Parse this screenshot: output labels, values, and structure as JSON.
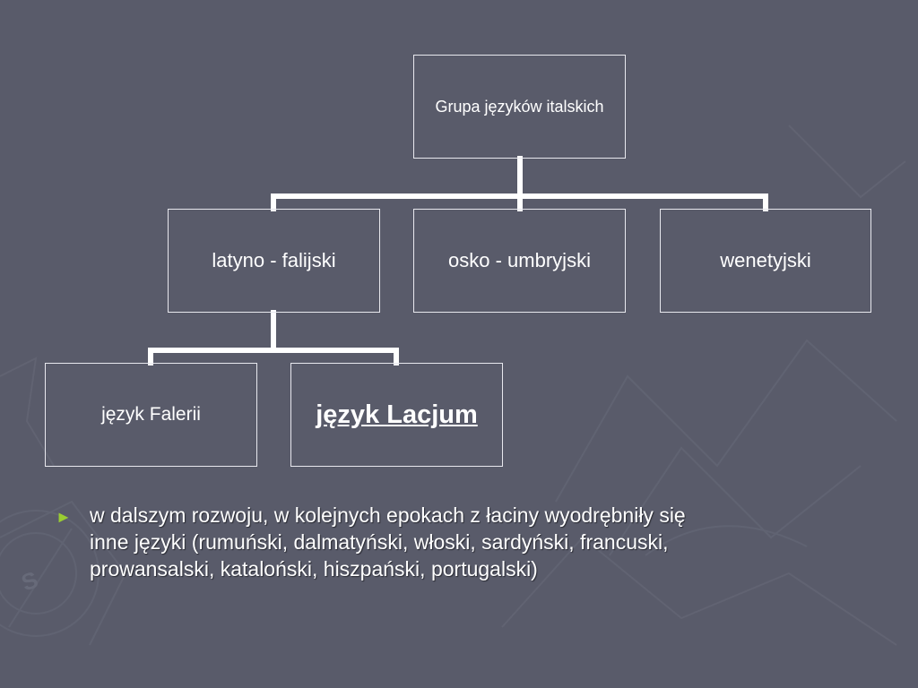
{
  "slide": {
    "background_color": "#595b6a",
    "accent_color": "#9acd32"
  },
  "diagram": {
    "root": "Grupa języków italskich",
    "level1": [
      "latyno - falijski",
      "osko - umbryjski",
      "wenetyjski"
    ],
    "level2": [
      "język Falerii",
      "język Lacjum"
    ]
  },
  "bullet": {
    "marker": "►",
    "lines": [
      "w dalszym rozwoju, w kolejnych epokach z łaciny wyodrębniły się",
      "inne języki (rumuński, dalmatyński, włoski, sardyński, francuski,",
      "prowansalski, kataloński, hiszpański, portugalski)"
    ]
  }
}
